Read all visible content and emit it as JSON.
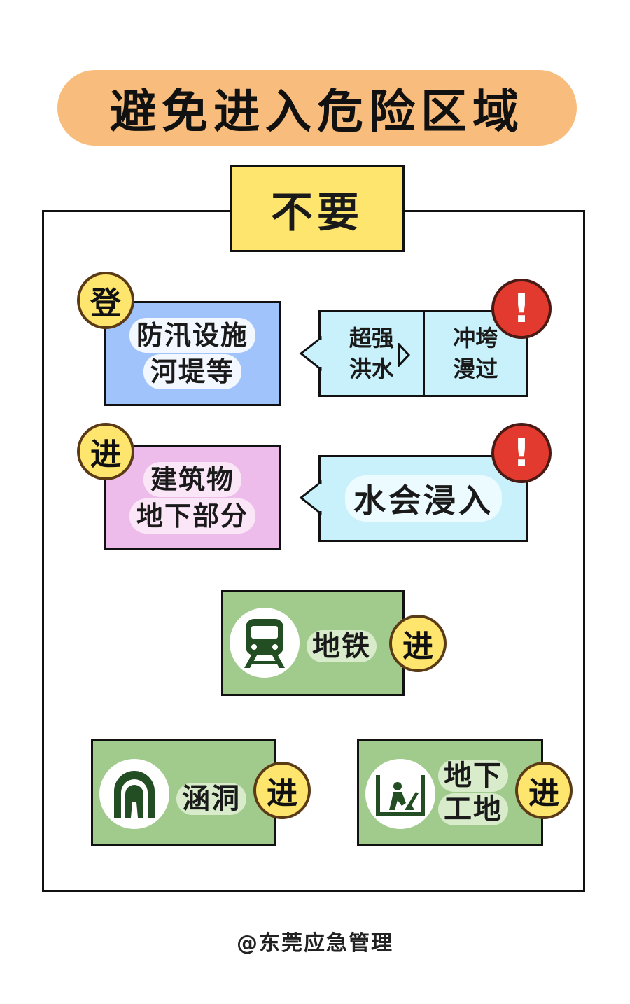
{
  "title": "避免进入危险区域",
  "header": "不要",
  "row1": {
    "badge": "登",
    "line1": "防汛设施",
    "line2": "河堤等",
    "reason_left_line1": "超强",
    "reason_left_line2": "洪水",
    "reason_right_line1": "冲垮",
    "reason_right_line2": "漫过",
    "alert": "!"
  },
  "row2": {
    "badge": "进",
    "line1": "建筑物",
    "line2": "地下部分",
    "reason": "水会浸入",
    "alert": "!"
  },
  "subway": {
    "label": "地铁",
    "badge": "进",
    "icon": "train-icon"
  },
  "culvert": {
    "label": "涵洞",
    "badge": "进",
    "icon": "tunnel-icon"
  },
  "construction": {
    "label_line1": "地下",
    "label_line2": "工地",
    "badge": "进",
    "icon": "worker-icon"
  },
  "footer": "@东莞应急管理",
  "colors": {
    "title_bg": "#f8bd7d",
    "header_bg": "#fde56e",
    "blue": "#a1c3fb",
    "pink": "#edbcea",
    "cyan": "#c9f1fb",
    "green": "#a1cb8d",
    "alert_red": "#e23a2e"
  }
}
